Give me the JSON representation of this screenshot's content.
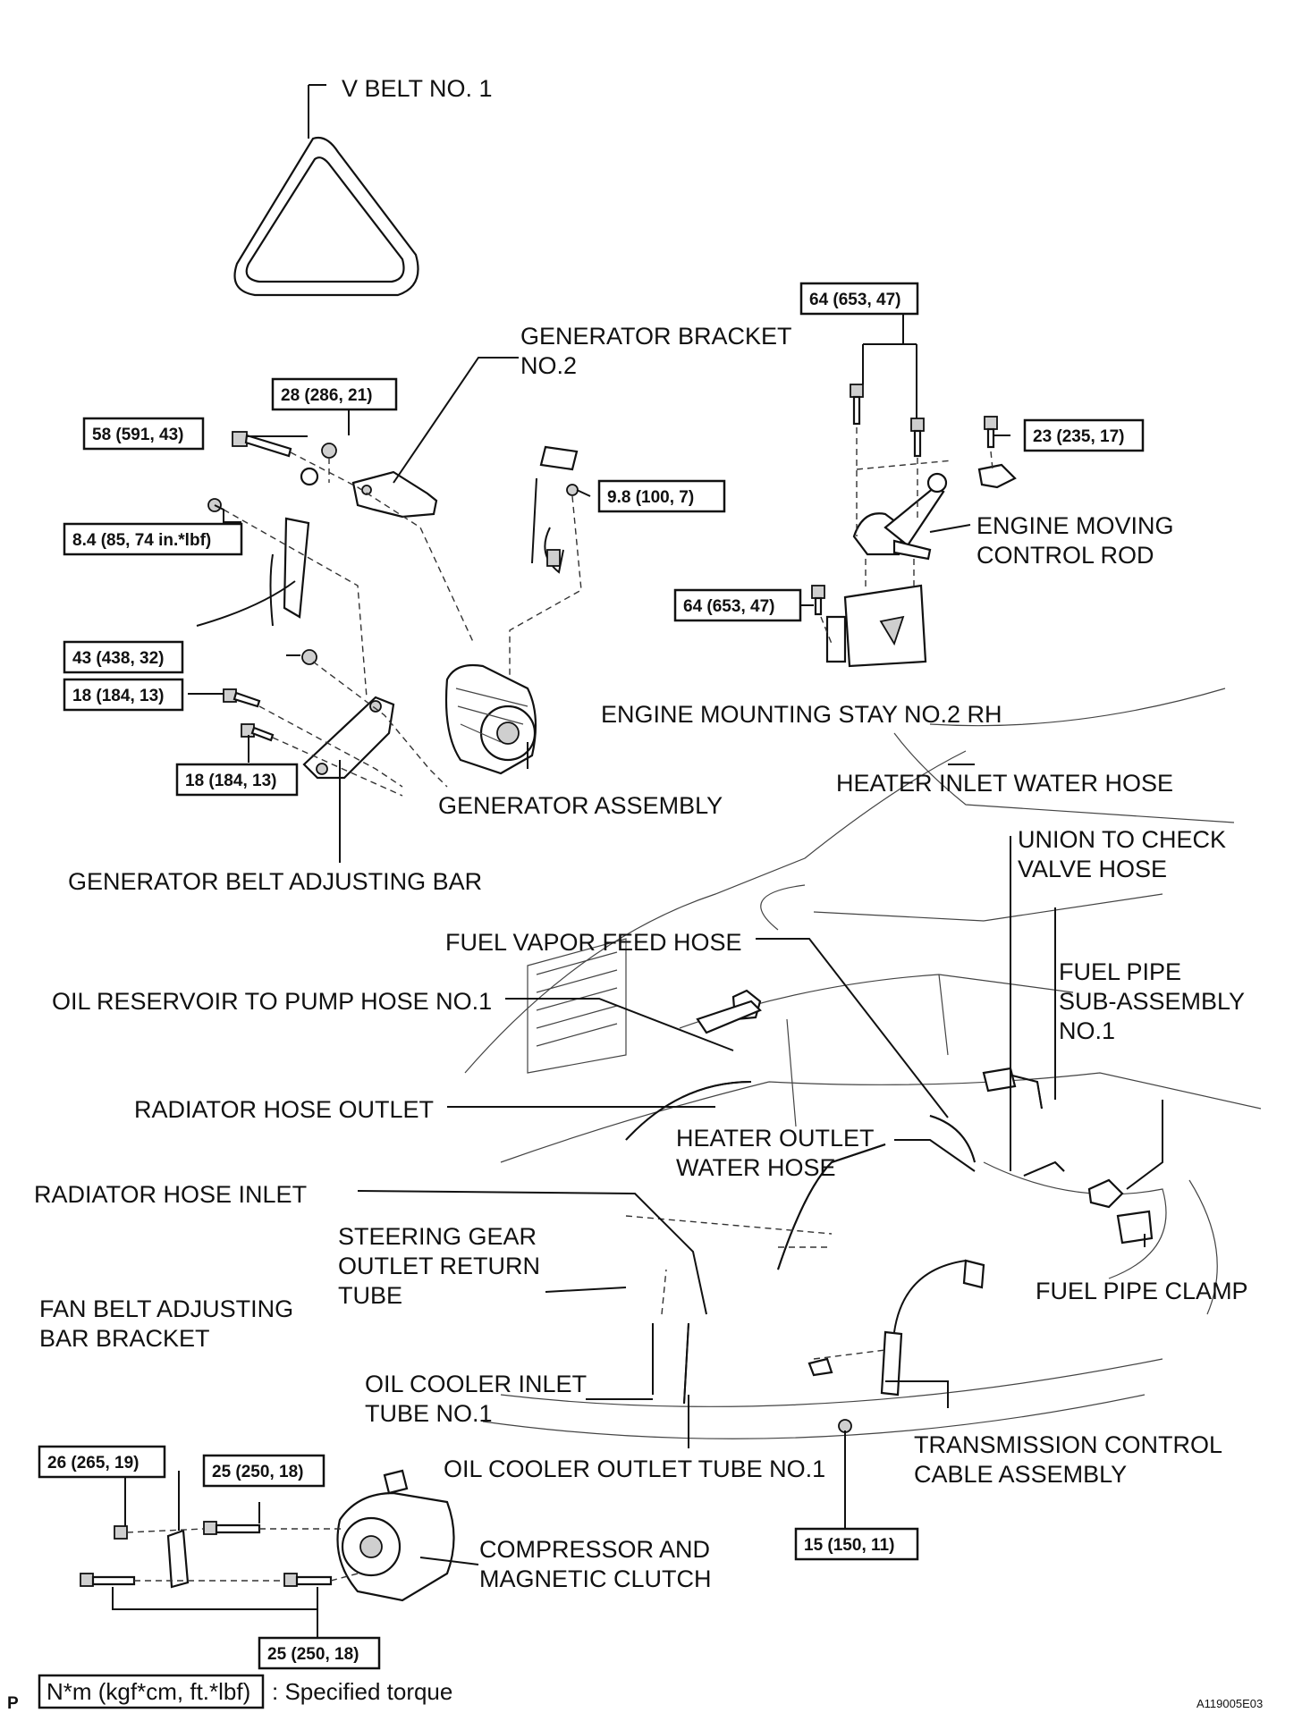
{
  "labels": {
    "v_belt": "V BELT NO. 1",
    "gen_bracket_1": "GENERATOR BRACKET",
    "gen_bracket_2": "NO.2",
    "engine_rod_1": "ENGINE MOVING",
    "engine_rod_2": "CONTROL ROD",
    "mounting_stay": "ENGINE MOUNTING STAY NO.2 RH",
    "gen_assembly": "GENERATOR ASSEMBLY",
    "adj_bar": "GENERATOR BELT ADJUSTING BAR",
    "heater_inlet": "HEATER INLET WATER HOSE",
    "union_1": "UNION TO CHECK",
    "union_2": "VALVE HOSE",
    "fuel_vapor": "FUEL VAPOR FEED HOSE",
    "fuel_pipe_1": "FUEL PIPE",
    "fuel_pipe_2": "SUB-ASSEMBLY",
    "fuel_pipe_3": "NO.1",
    "oil_reservoir": "OIL RESERVOIR TO PUMP HOSE NO.1",
    "rad_outlet": "RADIATOR HOSE OUTLET",
    "heater_outlet_1": "HEATER OUTLET",
    "heater_outlet_2": "WATER HOSE",
    "rad_inlet": "RADIATOR HOSE INLET",
    "steering_1": "STEERING GEAR",
    "steering_2": "OUTLET RETURN",
    "steering_3": "TUBE",
    "fuel_clamp": "FUEL PIPE CLAMP",
    "fan_bracket_1": "FAN BELT ADJUSTING",
    "fan_bracket_2": "BAR BRACKET",
    "oil_in_1": "OIL COOLER INLET",
    "oil_in_2": "TUBE NO.1",
    "oil_out": "OIL COOLER OUTLET TUBE NO.1",
    "trans_1": "TRANSMISSION CONTROL",
    "trans_2": "CABLE ASSEMBLY",
    "compressor_1": "COMPRESSOR AND",
    "compressor_2": "MAGNETIC CLUTCH"
  },
  "torques": {
    "t64a": "64 (653, 47)",
    "t28": "28 (286, 21)",
    "t58": "58 (591, 43)",
    "t23": "23 (235, 17)",
    "t98": "9.8 (100, 7)",
    "t84": "8.4 (85, 74 in.*lbf)",
    "t64b": "64 (653, 47)",
    "t43": "43 (438, 32)",
    "t18a": "18 (184, 13)",
    "t18b": "18 (184, 13)",
    "t26": "26 (265, 19)",
    "t25a": "25 (250, 18)",
    "t15": "15 (150, 11)",
    "t25b": "25 (250, 18)"
  },
  "footer": {
    "unit_box": "N*m (kgf*cm, ft.*lbf)",
    "unit_desc": ": Specified torque",
    "page_letter": "P",
    "figure_code": "A119005E03"
  }
}
